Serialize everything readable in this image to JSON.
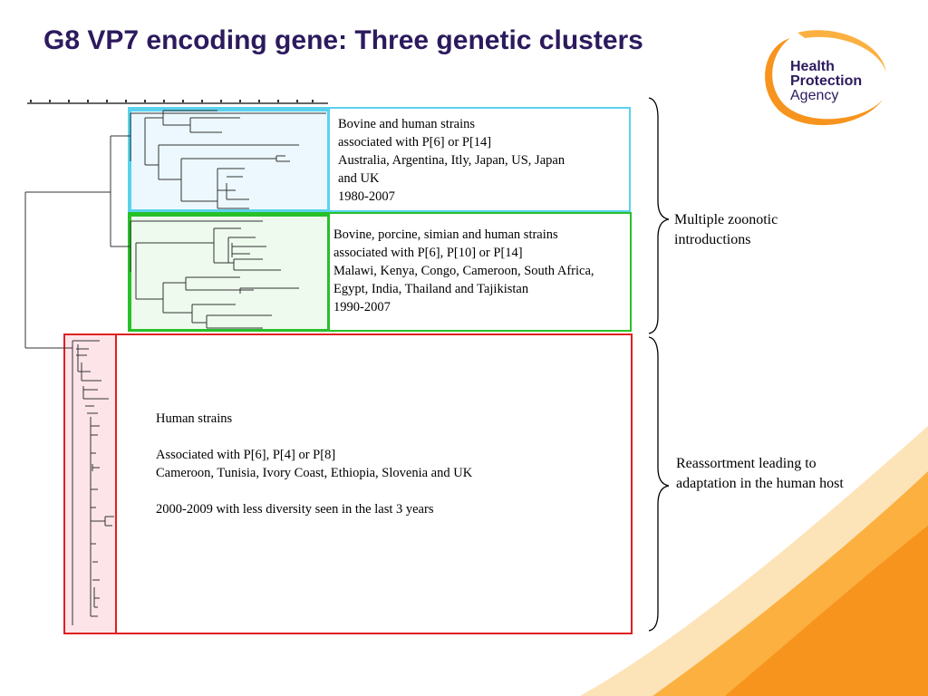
{
  "slide": {
    "title": "G8 VP7 encoding gene: Three genetic clusters",
    "logo": {
      "line1": "Health",
      "line2": "Protection",
      "line3": "Agency"
    },
    "colors": {
      "title": "#2c1a5e",
      "cyan": "#5ad2ee",
      "green": "#28c028",
      "red": "#e02020",
      "orange": "#f7941d"
    }
  },
  "clusters": {
    "cluster1": [
      "Bovine and human strains",
      "associated with P[6] or P[14]",
      "Australia, Argentina, Itly, Japan, US, Japan",
      "and UK",
      "1980-2007"
    ],
    "cluster2": [
      "Bovine, porcine, simian and human strains",
      "associated with P[6], P[10] or P[14]",
      "Malawi, Kenya, Congo, Cameroon, South Africa,",
      "Egypt, India, Thailand and Tajikistan",
      "1990-2007"
    ],
    "cluster3": {
      "line1": "Human strains",
      "line2": "Associated with P[6], P[4] or P[8]",
      "line3": "Cameroon, Tunisia, Ivory Coast, Ethiopia, Slovenia and UK",
      "line4": "2000-2009 with less diversity seen in the last 3 years"
    }
  },
  "annotations": {
    "upper": [
      "Multiple zoonotic",
      "introductions"
    ],
    "lower": [
      "Reassortment leading to",
      "adaptation in the human host"
    ]
  }
}
